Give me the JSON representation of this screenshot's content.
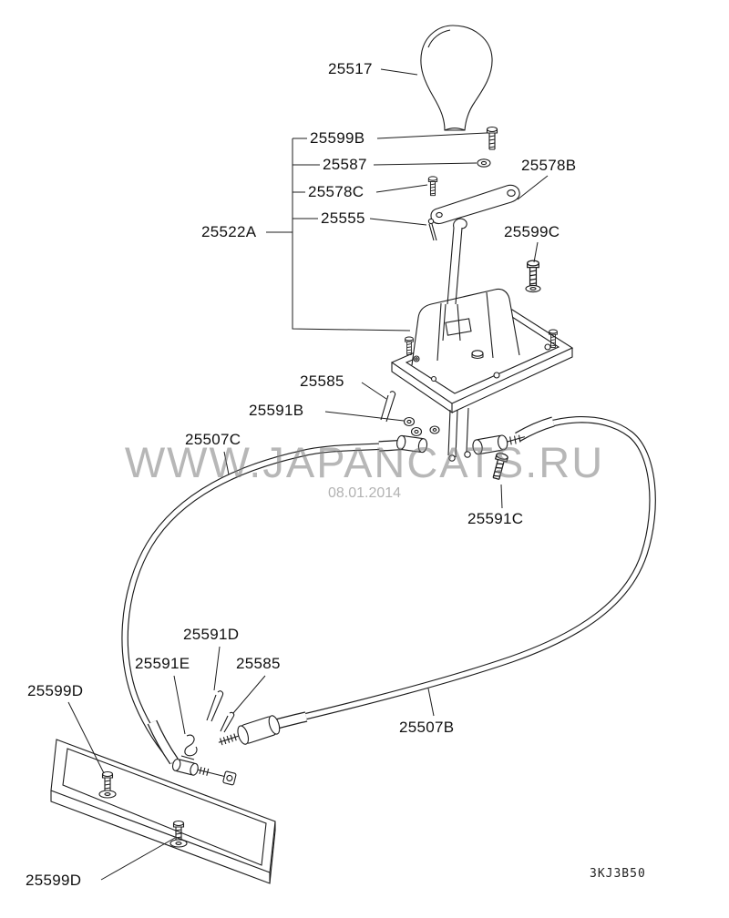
{
  "labels": {
    "p25517": "25517",
    "p25599B": "25599B",
    "p25587": "25587",
    "p25578C": "25578C",
    "p25578B": "25578B",
    "p25555": "25555",
    "p25522A": "25522A",
    "p25599C": "25599C",
    "p25585_top": "25585",
    "p25591B": "25591B",
    "p25507C": "25507C",
    "p25591C": "25591C",
    "p25591D": "25591D",
    "p25591E": "25591E",
    "p25585_bottom": "25585",
    "p25599D_top": "25599D",
    "p25507B": "25507B",
    "p25599D_bottom": "25599D"
  },
  "watermark": {
    "text": "WWW.JAPANCATS.RU",
    "date": "08.01.2014"
  },
  "drawing_code": "3KJ3B50",
  "colors": {
    "line": "#1c1c1c",
    "watermark": "#7e7e7e",
    "background": "#ffffff"
  }
}
